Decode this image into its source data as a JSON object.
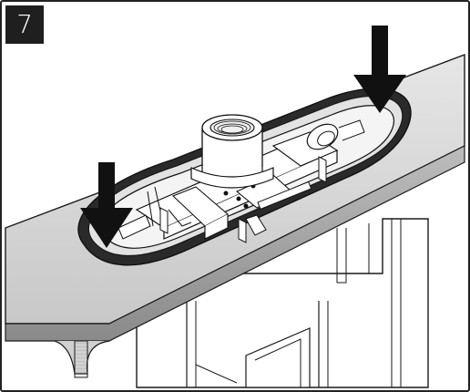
{
  "step": {
    "number": "7"
  },
  "illustration": {
    "subject": "drain-seal-gasket",
    "arrows": [
      "down-arrow-left",
      "down-arrow-right"
    ],
    "colors": {
      "line": "#1a1a1a",
      "surface": "#d9d9d9",
      "shadow": "#7a7a7a",
      "arrow": "#111111",
      "frame": "#222222"
    }
  }
}
